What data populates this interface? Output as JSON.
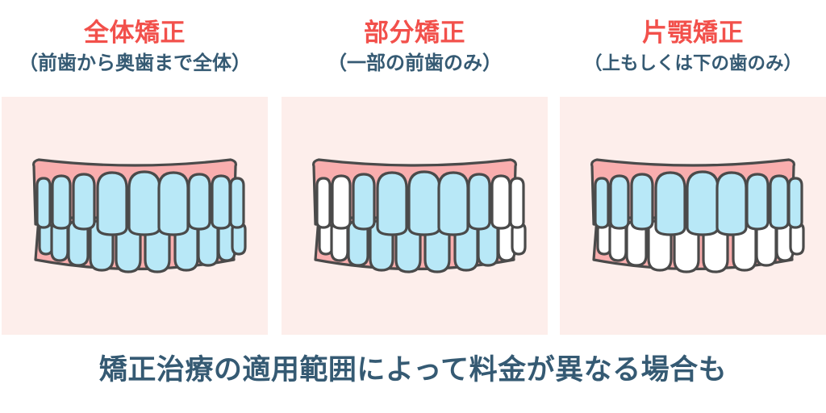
{
  "colors": {
    "background": "#ffffff",
    "panel_background": "#fdeeeb",
    "heading_accent": "#f2504b",
    "text_navy": "#355a73",
    "gum_pink": "#f9aeae",
    "tooth_highlight_blue": "#b8e8f7",
    "tooth_plain_white": "#ffffff",
    "outline": "#4a4a4a"
  },
  "panels": [
    {
      "title": "全体矯正",
      "subtitle": "（前歯から奥歯まで全体）",
      "highlight": "all",
      "illustration": "dental-arch-full"
    },
    {
      "title": "部分矯正",
      "subtitle": "（一部の前歯のみ）",
      "highlight": "front-only",
      "illustration": "dental-arch-partial"
    },
    {
      "title": "片顎矯正",
      "subtitle": "（上もしくは下の歯のみ）",
      "highlight": "upper-only",
      "illustration": "dental-arch-single-jaw"
    }
  ],
  "caption": "矯正治療の適用範囲によって料金が異なる場合も"
}
